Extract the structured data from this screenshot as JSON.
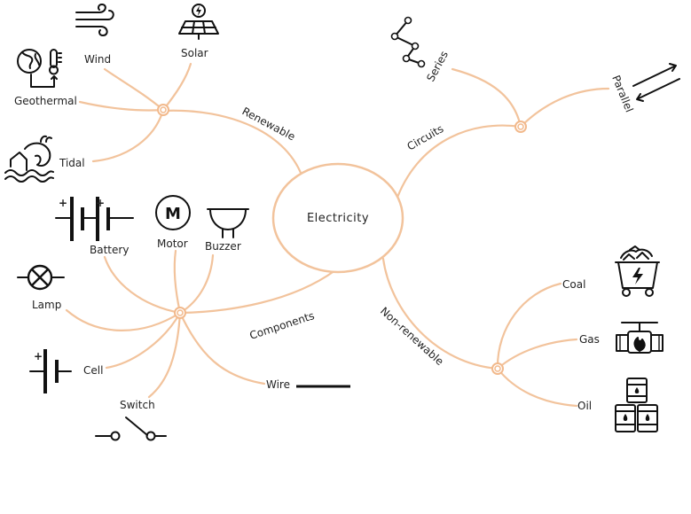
{
  "center": {
    "label": "Electricity"
  },
  "branches": {
    "renewable": {
      "label": "Renewable",
      "items": [
        "Wind",
        "Solar",
        "Geothermal",
        "Tidal"
      ]
    },
    "circuits": {
      "label": "Circuits",
      "items": [
        "Series",
        "Parallel"
      ]
    },
    "components": {
      "label": "Components",
      "items": [
        "Battery",
        "Motor",
        "Buzzer",
        "Lamp",
        "Cell",
        "Switch",
        "Wire"
      ]
    },
    "nonrenewable": {
      "label": "Non-renewable",
      "items": [
        "Coal",
        "Gas",
        "Oil"
      ]
    }
  },
  "icons": {
    "motor_letter": "M",
    "battery_plus_1": "+",
    "battery_plus_2": "+",
    "cell_plus": "+"
  },
  "colors": {
    "branch": "#f2c39c",
    "ink": "#111111"
  }
}
